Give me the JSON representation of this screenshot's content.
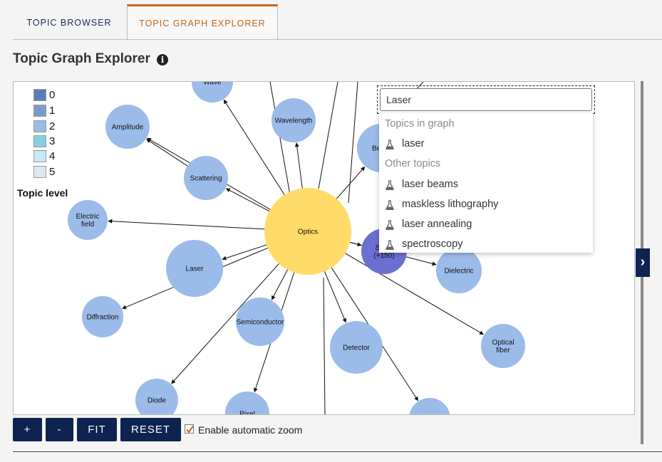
{
  "tabs": [
    {
      "label": "TOPIC BROWSER",
      "active": false
    },
    {
      "label": "TOPIC GRAPH EXPLORER",
      "active": true
    }
  ],
  "page_title": "Topic Graph Explorer",
  "info_icon": "info-icon",
  "legend": {
    "title": "Topic level",
    "levels": [
      {
        "label": "0",
        "color": "#5b7cb5"
      },
      {
        "label": "1",
        "color": "#7a9acb"
      },
      {
        "label": "2",
        "color": "#9bbbe9"
      },
      {
        "label": "3",
        "color": "#86d0e6"
      },
      {
        "label": "4",
        "color": "#c8e8f3"
      },
      {
        "label": "5",
        "color": "#dbe8f0"
      }
    ]
  },
  "graph": {
    "node_colors": {
      "center": "#ffdc6a",
      "topic": "#9bbbe9",
      "group": "#6a6fd0"
    },
    "nodes": [
      {
        "id": "optics",
        "lines": [
          "Optics"
        ],
        "kind": "center"
      },
      {
        "id": "wave",
        "lines": [
          "Wave"
        ],
        "kind": "topic"
      },
      {
        "id": "wavelength",
        "lines": [
          "Wavelength"
        ],
        "kind": "topic"
      },
      {
        "id": "amplitude",
        "lines": [
          "Amplitude"
        ],
        "kind": "topic"
      },
      {
        "id": "scattering",
        "lines": [
          "Scattering"
        ],
        "kind": "topic"
      },
      {
        "id": "beam",
        "lines": [
          "Beam"
        ],
        "kind": "topic"
      },
      {
        "id": "electric-field",
        "lines": [
          "Electric",
          "field"
        ],
        "kind": "topic"
      },
      {
        "id": "show-more",
        "lines": [
          "Show",
          "(+150)"
        ],
        "kind": "group"
      },
      {
        "id": "dielectric",
        "lines": [
          "Dielectric"
        ],
        "kind": "topic"
      },
      {
        "id": "laser",
        "lines": [
          "Laser"
        ],
        "kind": "topic"
      },
      {
        "id": "diffraction",
        "lines": [
          "Diffraction"
        ],
        "kind": "topic"
      },
      {
        "id": "semiconductor",
        "lines": [
          "Semiconductor"
        ],
        "kind": "topic"
      },
      {
        "id": "detector",
        "lines": [
          "Detector"
        ],
        "kind": "topic"
      },
      {
        "id": "optical-fiber",
        "lines": [
          "Optical",
          "fiber"
        ],
        "kind": "topic"
      },
      {
        "id": "diode",
        "lines": [
          "Diode"
        ],
        "kind": "topic"
      },
      {
        "id": "pixel",
        "lines": [
          "Pixel"
        ],
        "kind": "topic"
      },
      {
        "id": "unlabeled",
        "lines": [],
        "kind": "topic"
      }
    ]
  },
  "search": {
    "value": "Laser",
    "in_graph_header": "Topics in graph",
    "in_graph": [
      "laser"
    ],
    "other_header": "Other topics",
    "other": [
      "laser beams",
      "maskless lithography",
      "laser annealing",
      "spectroscopy"
    ],
    "item_icon": "flask-icon"
  },
  "side_toggle": "›",
  "controls": {
    "zoom_in": "+",
    "zoom_out": "-",
    "fit": "FIT",
    "reset": "RESET",
    "auto_zoom_label": "Enable automatic zoom",
    "auto_zoom_checked": true
  }
}
